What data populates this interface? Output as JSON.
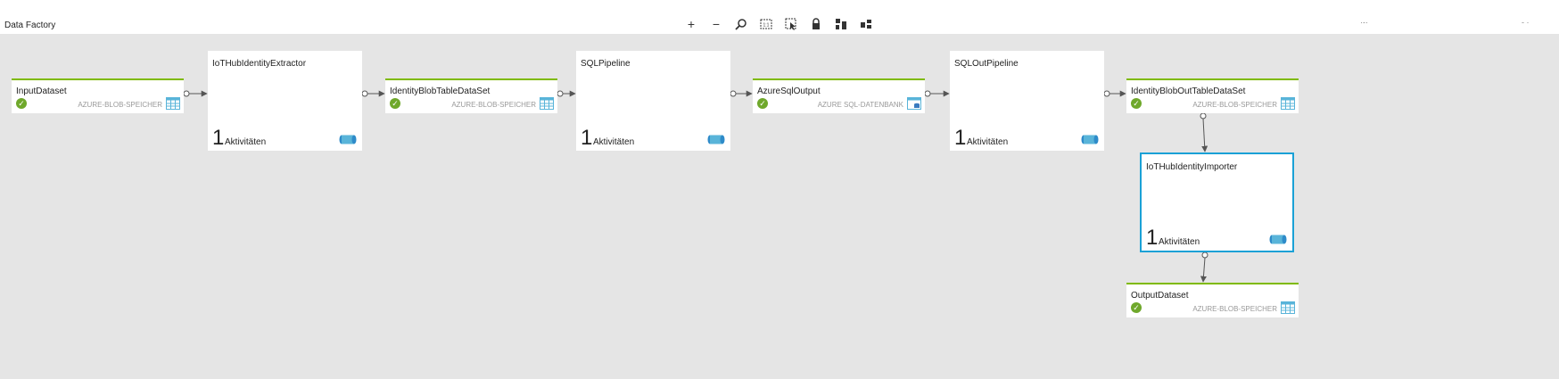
{
  "app": {
    "title": "Data Factory"
  },
  "toolbar": {
    "buttons": [
      {
        "name": "zoom-in-button",
        "icon": "plus-icon",
        "glyph": "+"
      },
      {
        "name": "zoom-out-button",
        "icon": "minus-icon",
        "glyph": "−"
      },
      {
        "name": "zoom-fit-button",
        "icon": "zoom-fit-icon"
      },
      {
        "name": "zoom-100-button",
        "icon": "zoom-100-icon"
      },
      {
        "name": "select-button",
        "icon": "select-icon"
      },
      {
        "name": "lock-button",
        "icon": "lock-icon"
      },
      {
        "name": "layout-button",
        "icon": "layout-icon"
      },
      {
        "name": "arrange-button",
        "icon": "arrange-icon"
      }
    ]
  },
  "corners": [
    "·-·",
    "- ·"
  ],
  "colors": {
    "accent_green": "#7fba00",
    "status_green": "#6fa82b",
    "selection_blue": "#1aa1d6",
    "canvas": "#e5e5e5"
  },
  "datasets": [
    {
      "id": "ds1",
      "name": "InputDataset",
      "type": "AZURE-BLOB-SPEICHER",
      "status": "succeeded"
    },
    {
      "id": "ds2",
      "name": "IdentityBlobTableDataSet",
      "type": "AZURE-BLOB-SPEICHER",
      "status": "succeeded"
    },
    {
      "id": "ds3",
      "name": "AzureSqlOutput",
      "type": "AZURE SQL-DATENBANK",
      "status": "succeeded"
    },
    {
      "id": "ds4",
      "name": "IdentityBlobOutTableDataSet",
      "type": "AZURE-BLOB-SPEICHER",
      "status": "succeeded"
    },
    {
      "id": "ds5",
      "name": "OutputDataset",
      "type": "AZURE-BLOB-SPEICHER",
      "status": "succeeded"
    }
  ],
  "pipelines": [
    {
      "id": "p1",
      "name": "IoTHubIdentityExtractor",
      "count": "1",
      "label": "Aktivitäten",
      "selected": false
    },
    {
      "id": "p2",
      "name": "SQLPipeline",
      "count": "1",
      "label": "Aktivitäten",
      "selected": false
    },
    {
      "id": "p3",
      "name": "SQLOutPipeline",
      "count": "1",
      "label": "Aktivitäten",
      "selected": false
    },
    {
      "id": "p4",
      "name": "IoTHubIdentityImporter",
      "count": "1",
      "label": "Aktivitäten",
      "selected": true
    }
  ],
  "links": [
    [
      "ds1",
      "p1"
    ],
    [
      "p1",
      "ds2"
    ],
    [
      "ds2",
      "p2"
    ],
    [
      "p2",
      "ds3"
    ],
    [
      "ds3",
      "p3"
    ],
    [
      "p3",
      "ds4"
    ],
    [
      "ds4",
      "p4"
    ],
    [
      "p4",
      "ds5"
    ]
  ]
}
